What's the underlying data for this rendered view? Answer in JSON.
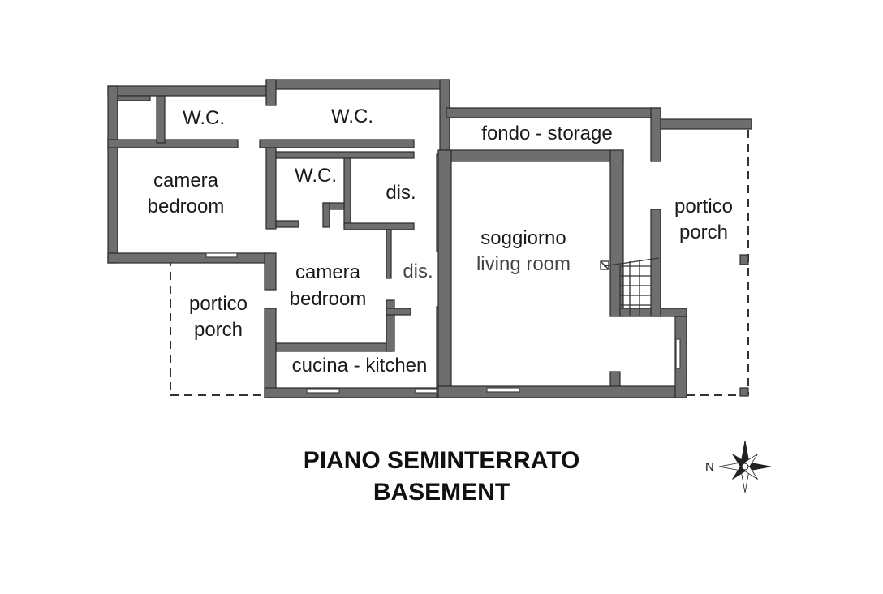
{
  "rooms": {
    "wc_1": "W.C.",
    "wc_2": "W.C.",
    "wc_3": "W.C.",
    "fondo": "fondo - storage",
    "camera_1_it": "camera",
    "camera_1_en": "bedroom",
    "dis_1": "dis.",
    "dis_2": "dis.",
    "camera_2_it": "camera",
    "camera_2_en": "bedroom",
    "soggiorno_it": "soggiorno",
    "soggiorno_en": "living room",
    "portico_left_it": "portico",
    "portico_left_en": "porch",
    "portico_right_it": "portico",
    "portico_right_en": "porch",
    "cucina": "cucina - kitchen"
  },
  "title": {
    "line1": "PIANO SEMINTERRATO",
    "line2": "BASEMENT"
  },
  "compass": {
    "label": "N"
  }
}
